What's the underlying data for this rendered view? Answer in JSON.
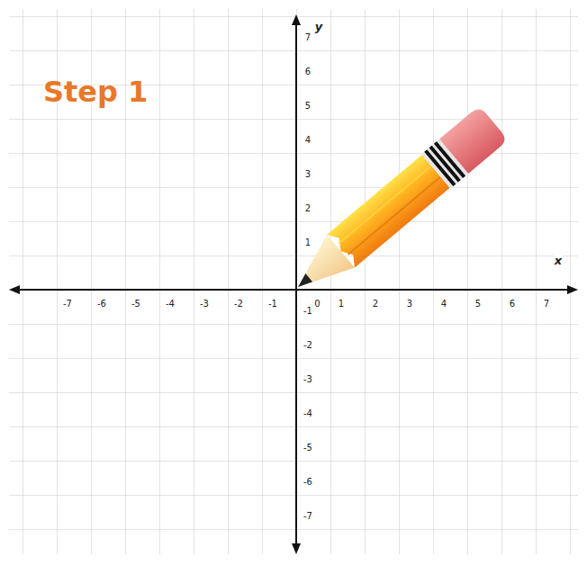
{
  "diagram": {
    "title": "Step 1",
    "labels": [
      "y",
      "7",
      "6",
      "5",
      "4",
      "3",
      "2",
      "1",
      "x",
      "-7",
      "-6",
      "-5",
      "-4",
      "-3",
      "-2",
      "-1",
      "0",
      "1",
      "2",
      "3",
      "4",
      "5",
      "6",
      "7",
      "-1",
      "-2",
      "-3",
      "-4",
      "-5",
      "-6",
      "-7"
    ]
  }
}
